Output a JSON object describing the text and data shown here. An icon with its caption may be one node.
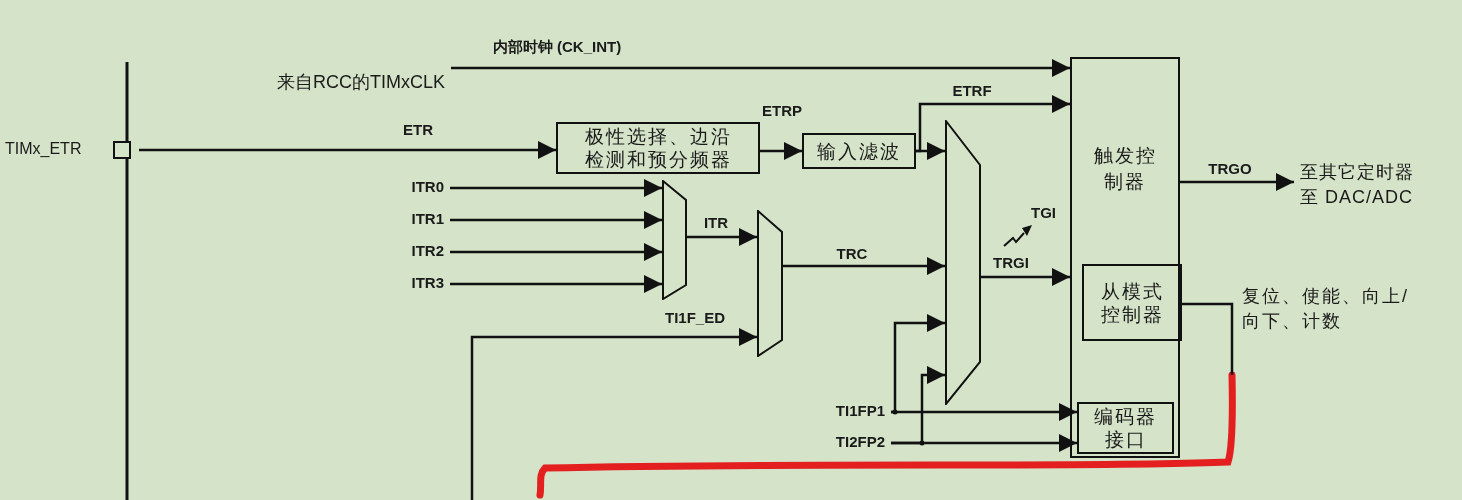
{
  "diagram": {
    "nodes": [
      {
        "text": [
          "TIMx_ETR"
        ]
      },
      {
        "text": [
          "来自RCC的TIMxCLK"
        ]
      },
      {
        "text": [
          "极性选择、边沿检测和预分频器"
        ]
      },
      {
        "text": [
          "输入滤波"
        ]
      },
      {
        "text": [
          "ITR0"
        ]
      },
      {
        "text": [
          "ITR1"
        ]
      },
      {
        "text": [
          "ITR2"
        ]
      },
      {
        "text": [
          "ITR3"
        ]
      },
      {
        "text": [],
        "shape": "trapezoid"
      },
      {
        "text": [],
        "shape": "trapezoid"
      },
      {
        "text": [],
        "shape": "trapezoid"
      },
      {
        "text": [
          "触发控制器"
        ]
      },
      {
        "text": [
          "从模式控制器"
        ],
        "in": 11
      },
      {
        "text": [
          "编码器接口"
        ],
        "in": 11
      },
      {
        "text": [
          "TI1FP1"
        ]
      },
      {
        "text": [
          "TI2FP2"
        ]
      },
      {
        "text": [
          "至其它定时器",
          "至 DAC/ADC"
        ]
      }
    ],
    "edges": [
      {
        "from": 1,
        "to": 11,
        "arrow": "to",
        "label": "内部时钟 (CK_INT)"
      },
      {
        "from": 0,
        "to": 2,
        "arrow": "to",
        "label": "ETR"
      },
      {
        "from": 2,
        "to": 3,
        "arrow": "to",
        "label": "ETRP"
      },
      {
        "from": 3,
        "to": 10,
        "arrow": "to"
      },
      {
        "from": 3,
        "to": 11,
        "arrow": "to",
        "label": "ETRF"
      },
      {
        "from": 4,
        "to": 8,
        "arrow": "to"
      },
      {
        "from": 5,
        "to": 8,
        "arrow": "to"
      },
      {
        "from": 6,
        "to": 8,
        "arrow": "to"
      },
      {
        "from": 7,
        "to": 8,
        "arrow": "to"
      },
      {
        "from": 8,
        "to": 9,
        "arrow": "to",
        "label": "ITR"
      },
      {
        "from": null,
        "to": 9,
        "arrow": "to",
        "label": "TI1F_ED"
      },
      {
        "from": 9,
        "to": 10,
        "arrow": "to",
        "label": "TRC"
      },
      {
        "from": 10,
        "to": 11,
        "arrow": "to",
        "label": "TRGI"
      },
      {
        "from": 14,
        "to": 10,
        "arrow": "to"
      },
      {
        "from": 15,
        "to": 10,
        "arrow": "to"
      },
      {
        "from": 14,
        "to": 13,
        "arrow": "to"
      },
      {
        "from": 15,
        "to": 13,
        "arrow": "to"
      },
      {
        "from": 11,
        "to": 16,
        "arrow": "to",
        "label": "TRGO"
      },
      {
        "from": 12,
        "to": null,
        "arrow": "none"
      }
    ],
    "labels": [
      "TGI",
      "复位、使能、向上/向下、计数"
    ]
  }
}
